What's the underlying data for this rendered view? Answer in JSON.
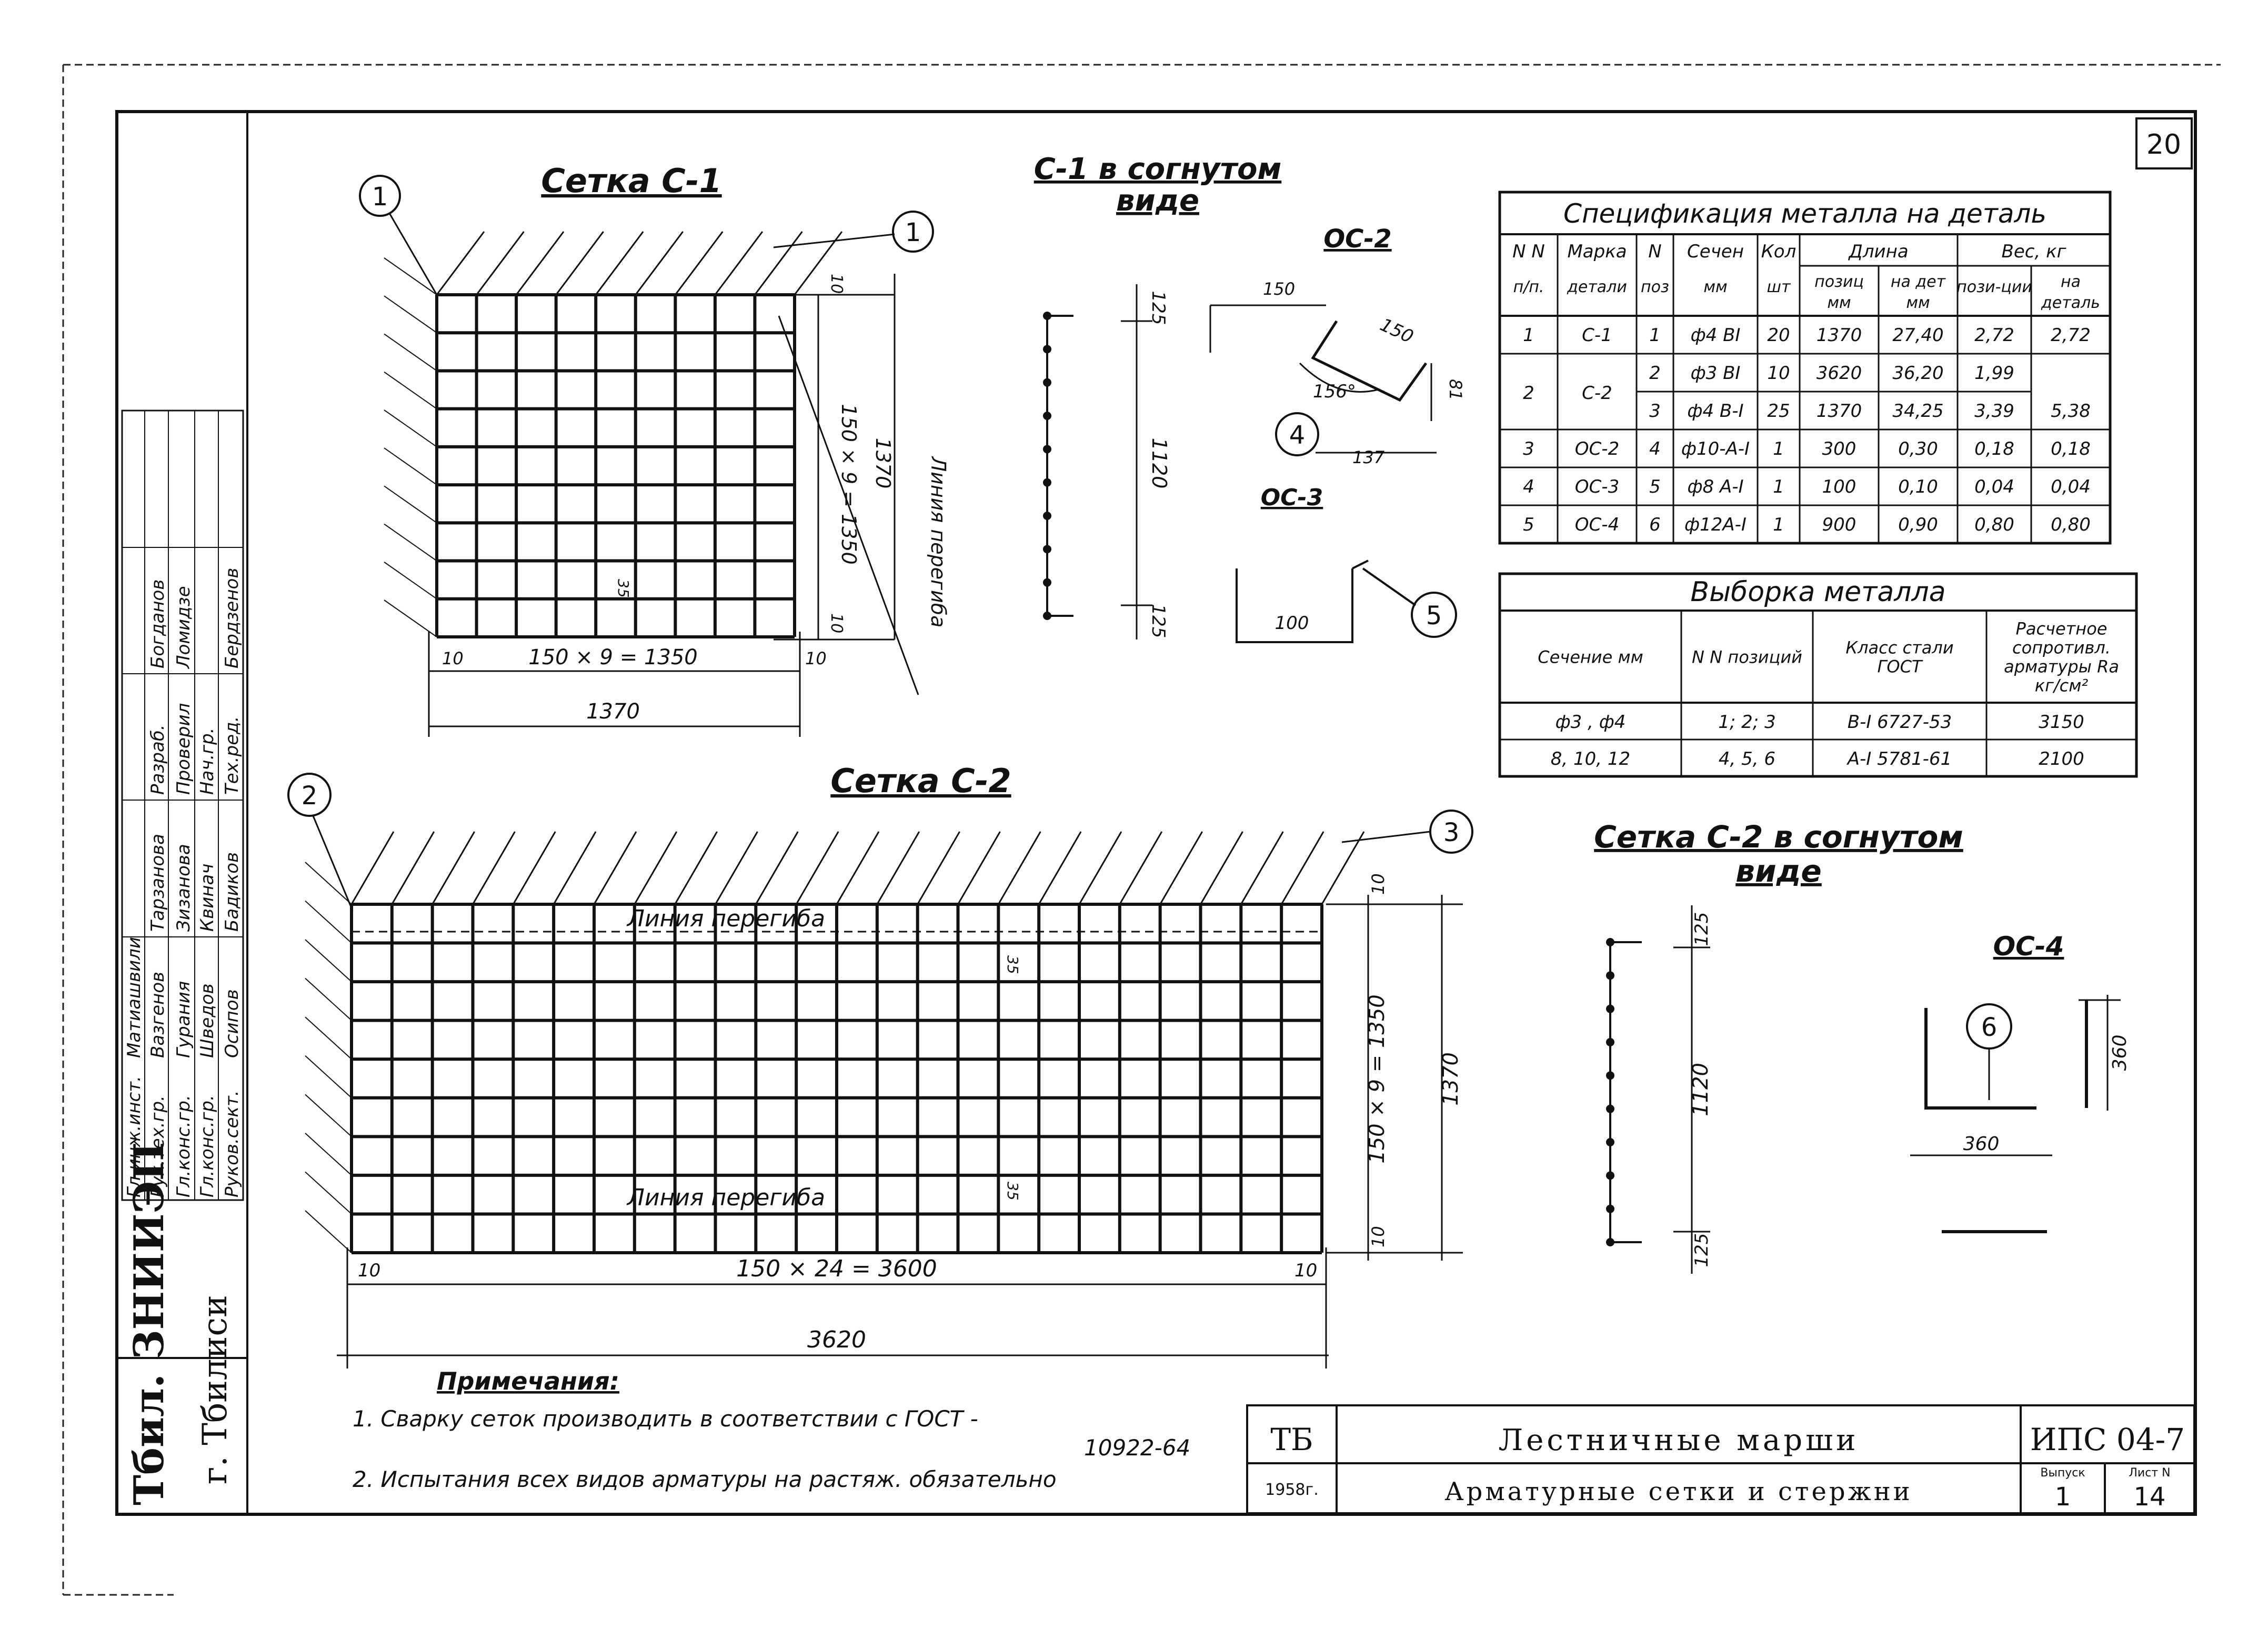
{
  "sheet": {
    "page_number": "20",
    "title_main": "Лестничные марши",
    "title_sub": "Арматурные сетки и стержни",
    "series_code": "ИПС 04-7",
    "issue_label": "Выпуск",
    "issue_value": "1",
    "sheet_label": "Лист N",
    "sheet_value": "14",
    "stamp": "ТБ",
    "stamp_sub": "1958г."
  },
  "institute": {
    "name": "Тбил. ЗНИИЭП",
    "city": "г. Тбилиси"
  },
  "signature_block": {
    "rows": [
      {
        "role": "Гл.инж.инст.",
        "name": "Матиашвили",
        "sign": ""
      },
      {
        "role": "Рук.тех.гр.",
        "name": "Вазгенов",
        "sign": "Богданов"
      },
      {
        "role": "Гл.конс.гр.",
        "name": "Гурания",
        "sign": "Ломидзе"
      },
      {
        "role": "Гл.конс.гр.",
        "name": "Шведов",
        "sign": ""
      },
      {
        "role": "Руков.сект.",
        "name": "Осипов",
        "sign": "Бердзенов"
      }
    ],
    "cols": [
      [
        "Тарзанова",
        "Разраб."
      ],
      [
        "Зизанова",
        "Проверил"
      ],
      [
        "Квинач",
        "Нач.гр."
      ],
      [
        "Бадиков",
        "Тех.ред."
      ]
    ]
  },
  "mesh_c1": {
    "title": "Сетка С-1",
    "callout_left": "1",
    "callout_right": "1",
    "dim_bottom_inner": "150 × 9 = 1350",
    "dim_bottom_total": "1370",
    "dim_edge": "10",
    "dim_right_inner": "150 × 9 = 1350",
    "dim_right_total": "1370",
    "dim_top": "10",
    "dim_35": "35",
    "bend_line": "Линия перегиба"
  },
  "mesh_c1_bent": {
    "title": "С-1 в согнутом",
    "title_2": "виде",
    "dim_top": "125",
    "dim_mid": "1120",
    "dim_bot": "125"
  },
  "rod_oc2": {
    "title": "ОС-2",
    "dim_a": "150",
    "dim_b": "150",
    "dim_c": "81",
    "angle": "156°",
    "dim_d": "137",
    "callout": "4"
  },
  "rod_oc3": {
    "title": "ОС-3",
    "dim": "100",
    "callout": "5"
  },
  "spec_table": {
    "title": "Спецификация металла на деталь",
    "header_row1": [
      "N N",
      "Марка",
      "N",
      "Сечен",
      "Кол",
      "Длина",
      "",
      "Вес, кг",
      ""
    ],
    "header_row2": [
      "п/п.",
      "детали",
      "поз",
      "мм",
      "шт",
      "позиц мм",
      "на дет мм",
      "пози-ции",
      "на деталь"
    ],
    "rows": [
      [
        "1",
        "С-1",
        "1",
        "ф4 ВI",
        "20",
        "1370",
        "27,40",
        "2,72",
        "2,72"
      ],
      [
        "2",
        "С-2",
        "2",
        "ф3 ВI",
        "10",
        "3620",
        "36,20",
        "1,99",
        ""
      ],
      [
        "",
        "",
        "3",
        "ф4 В-I",
        "25",
        "1370",
        "34,25",
        "3,39",
        "5,38"
      ],
      [
        "3",
        "ОС-2",
        "4",
        "ф10-А-I",
        "1",
        "300",
        "0,30",
        "0,18",
        "0,18"
      ],
      [
        "4",
        "ОС-3",
        "5",
        "ф8 А-I",
        "1",
        "100",
        "0,10",
        "0,04",
        "0,04"
      ],
      [
        "5",
        "ОС-4",
        "6",
        "ф12А-I",
        "1",
        "900",
        "0,90",
        "0,80",
        "0,80"
      ]
    ]
  },
  "selection_table": {
    "title": "Выборка металла",
    "headers": [
      "Сечение мм",
      "N N позиций",
      "Класс стали ГОСТ",
      "Расчетное сопротивл. арматуры Ra кг/см²"
    ],
    "rows": [
      [
        "ф3 , ф4",
        "1; 2; 3",
        "В-I 6727-53",
        "3150"
      ],
      [
        "8, 10, 12",
        "4, 5, 6",
        "А-I 5781-61",
        "2100"
      ]
    ]
  },
  "mesh_c2": {
    "title": "Сетка С-2",
    "callout_left": "2",
    "callout_right": "3",
    "bend_line_top": "Линия перегиба",
    "bend_line_bottom": "Линия перегиба",
    "dim_35_top": "35",
    "dim_35_bot": "35",
    "dim_bottom_inner": "150 × 24 = 3600",
    "dim_bottom_total": "3620",
    "dim_edge_left": "10",
    "dim_edge_right": "10",
    "dim_right_inner": "150 × 9 = 1350",
    "dim_right_total": "1370",
    "dim_right_top": "10",
    "dim_right_bot": "10"
  },
  "mesh_c2_bent": {
    "title": "Сетка С-2 в согнутом",
    "title_2": "виде",
    "dim_top": "125",
    "dim_mid": "1120",
    "dim_bot": "125"
  },
  "rod_oc4": {
    "title": "ОС-4",
    "callout": "6",
    "dim_h": "360",
    "dim_w": "360"
  },
  "notes": {
    "title": "Примечания:",
    "line1": "1. Сварку сеток производить в соответствии с ГОСТ -",
    "line1b": "10922-64",
    "line2": "2. Испытания всех видов арматуры на растяж. обязательно"
  }
}
